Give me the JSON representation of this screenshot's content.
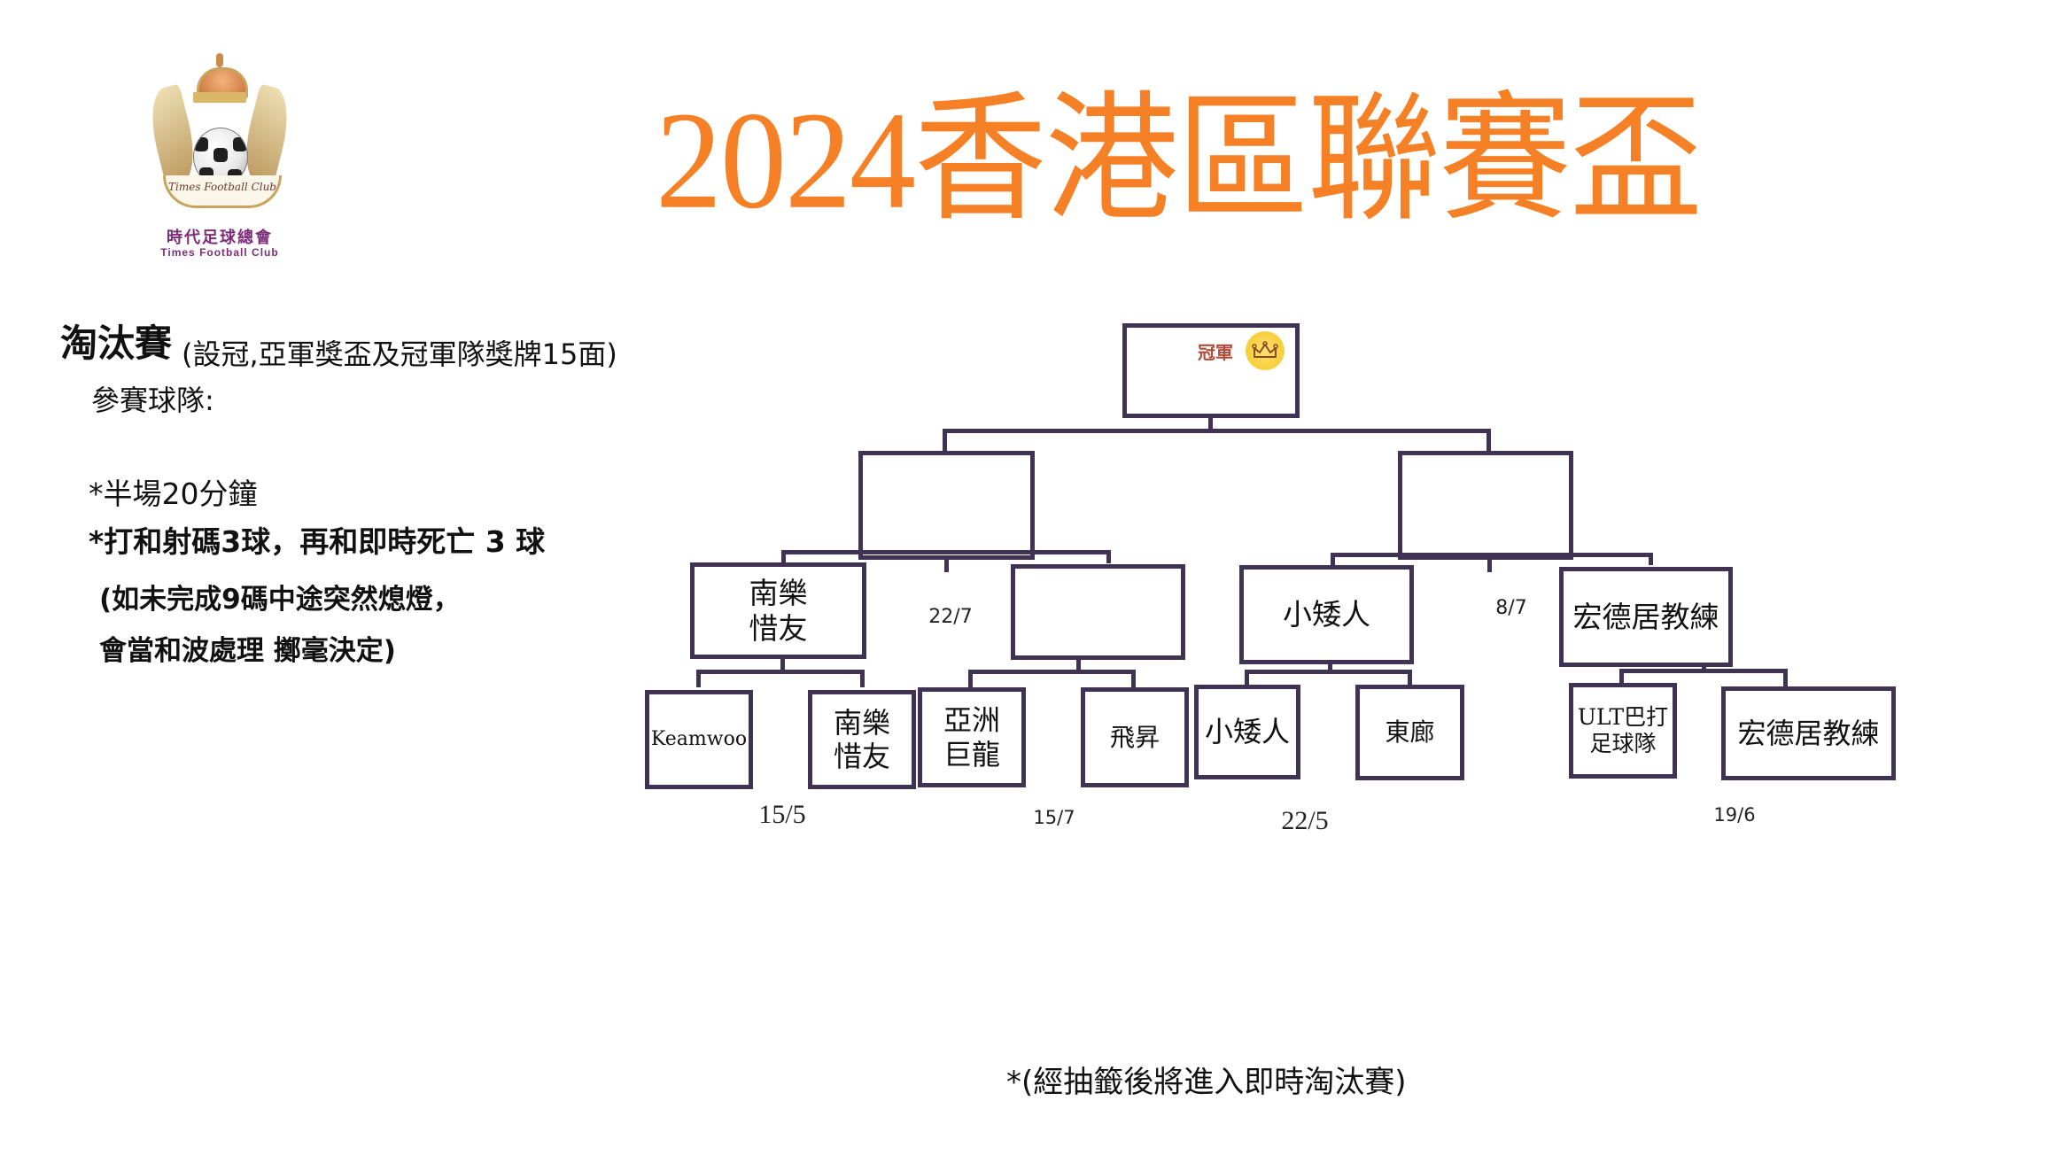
{
  "logo": {
    "ribbon_text": "Times Football Club",
    "name_cn": "時代足球總會",
    "name_en": "Times Football Club",
    "icon": "crest-crown-football-wings"
  },
  "title": "2024香港區聯賽盃",
  "colors": {
    "title": "#F58025",
    "bracket_line": "#3f3252",
    "logo_text": "#7b2d7a",
    "champion_label": "#b24a3a",
    "crown_badge": "#f7cf3b"
  },
  "info": {
    "heading": "淘汰賽",
    "heading_note": "(設冠,亞軍獎盃及冠軍隊獎牌15面)",
    "teams_label": "參賽球隊:",
    "rules": [
      "*半場20分鐘",
      "*打和射碼3球，再和即時死亡 3 球",
      "(如未完成9碼中途突然熄燈，",
      "會當和波處理 擲毫決定)"
    ]
  },
  "bracket": {
    "champion": {
      "label": "冠軍",
      "icon": "crown-icon",
      "team": ""
    },
    "semifinals": [
      {
        "team": ""
      },
      {
        "team": ""
      }
    ],
    "quarterfinals": [
      {
        "team_line1": "南樂",
        "team_line2": "惜友"
      },
      {
        "team_line1": "",
        "team_line2": ""
      },
      {
        "team_line1": "小矮人",
        "team_line2": ""
      },
      {
        "team_line1": "宏德居教練",
        "team_line2": ""
      }
    ],
    "quarterfinal_dates": [
      "22/7",
      "8/7"
    ],
    "round_of_16": [
      {
        "team_line1": "Keamwoo",
        "team_line2": ""
      },
      {
        "team_line1": "南樂",
        "team_line2": "惜友"
      },
      {
        "team_line1": "亞洲",
        "team_line2": "巨龍"
      },
      {
        "team_line1": "飛昇",
        "team_line2": ""
      },
      {
        "team_line1": "小矮人",
        "team_line2": ""
      },
      {
        "team_line1": "東廊",
        "team_line2": ""
      },
      {
        "team_line1": "ULT巴打",
        "team_line2": "足球隊"
      },
      {
        "team_line1": "宏德居教練",
        "team_line2": ""
      }
    ],
    "round_of_16_dates": [
      "15/5",
      "15/7",
      "22/5",
      "19/6"
    ]
  },
  "footnote": "*(經抽籤後將進入即時淘汰賽)"
}
